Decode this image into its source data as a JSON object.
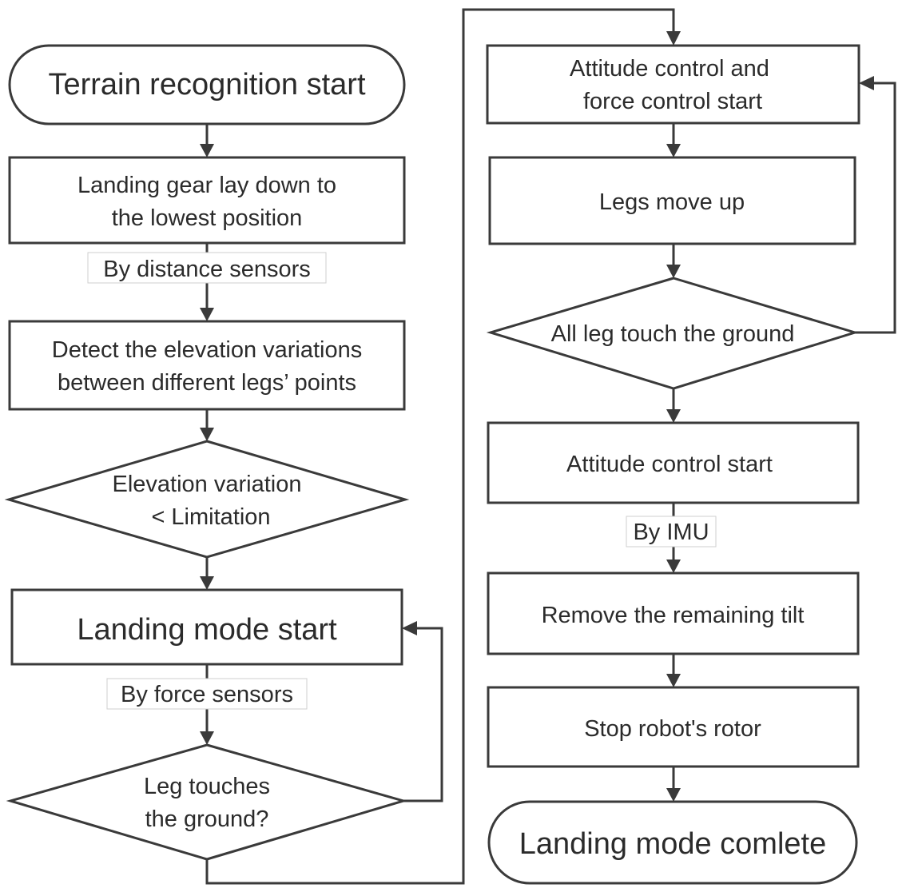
{
  "nodes": {
    "terrain_start": "Terrain recognition start",
    "landing_gear_1": "Landing gear lay down to",
    "landing_gear_2": "the lowest position",
    "detect_1": "Detect the elevation variations",
    "detect_2": "between different legs’ points",
    "elev_1": "Elevation variation",
    "elev_2": "<  Limitation",
    "landing_mode_start": "Landing mode start",
    "leg_touch_1": "Leg touches",
    "leg_touch_2": "the ground?",
    "att_force_1": "Attitude control and",
    "att_force_2": "force control start",
    "legs_move_up": "Legs move up",
    "all_leg_touch": "All leg touch the ground",
    "att_start": "Attitude control start",
    "remove_tilt": "Remove the remaining tilt",
    "stop_rotor": "Stop robot's rotor",
    "landing_complete": "Landing mode comlete"
  },
  "labels": {
    "distance": "By distance sensors",
    "force": "By force sensors",
    "imu": "By IMU"
  }
}
